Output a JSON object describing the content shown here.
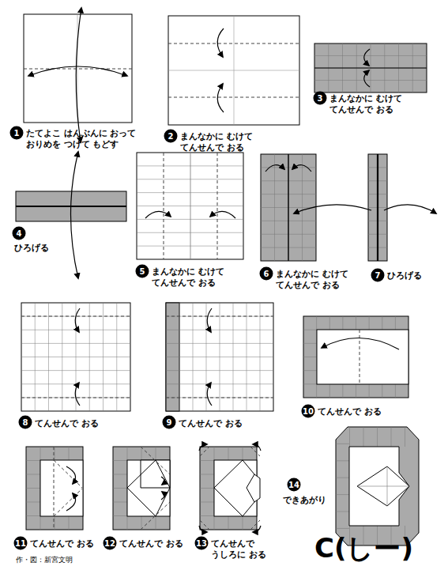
{
  "diagram": {
    "title": "C(しー)",
    "labels": [
      "1",
      "たてよこ はんぶんに おって おりめを つけて もどす",
      "2",
      "まんなかに むけて てんせんで おる",
      "3",
      "まんなかに むけて てんせんで おる",
      "4",
      "ひろげる",
      "5",
      "まんなかに むけて てんせんで おる",
      "6",
      "まんなかに むけて てんせんで おる",
      "7",
      "ひろげる",
      "8",
      "てんせんで おる",
      "9",
      "てんせんで おる",
      "10",
      "てんせんで おる",
      "11",
      "てんせんで おる",
      "12",
      "てんせんで おる",
      "13",
      "てんせんで うしろに おる",
      "14",
      "できあがり",
      "作・図：新宮文明"
    ]
  }
}
